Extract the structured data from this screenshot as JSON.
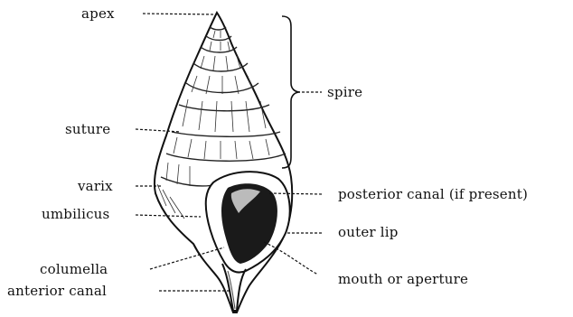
{
  "labels": {
    "apex": "apex",
    "spire": "spire",
    "suture": "suture",
    "varix": "varix",
    "umbilicus": "umbilicus",
    "posterior_canal": "posterior canal (if present)",
    "outer_lip": "outer lip",
    "columella": "columella",
    "mouth": "mouth or aperture",
    "anterior_canal": "anterior canal"
  }
}
